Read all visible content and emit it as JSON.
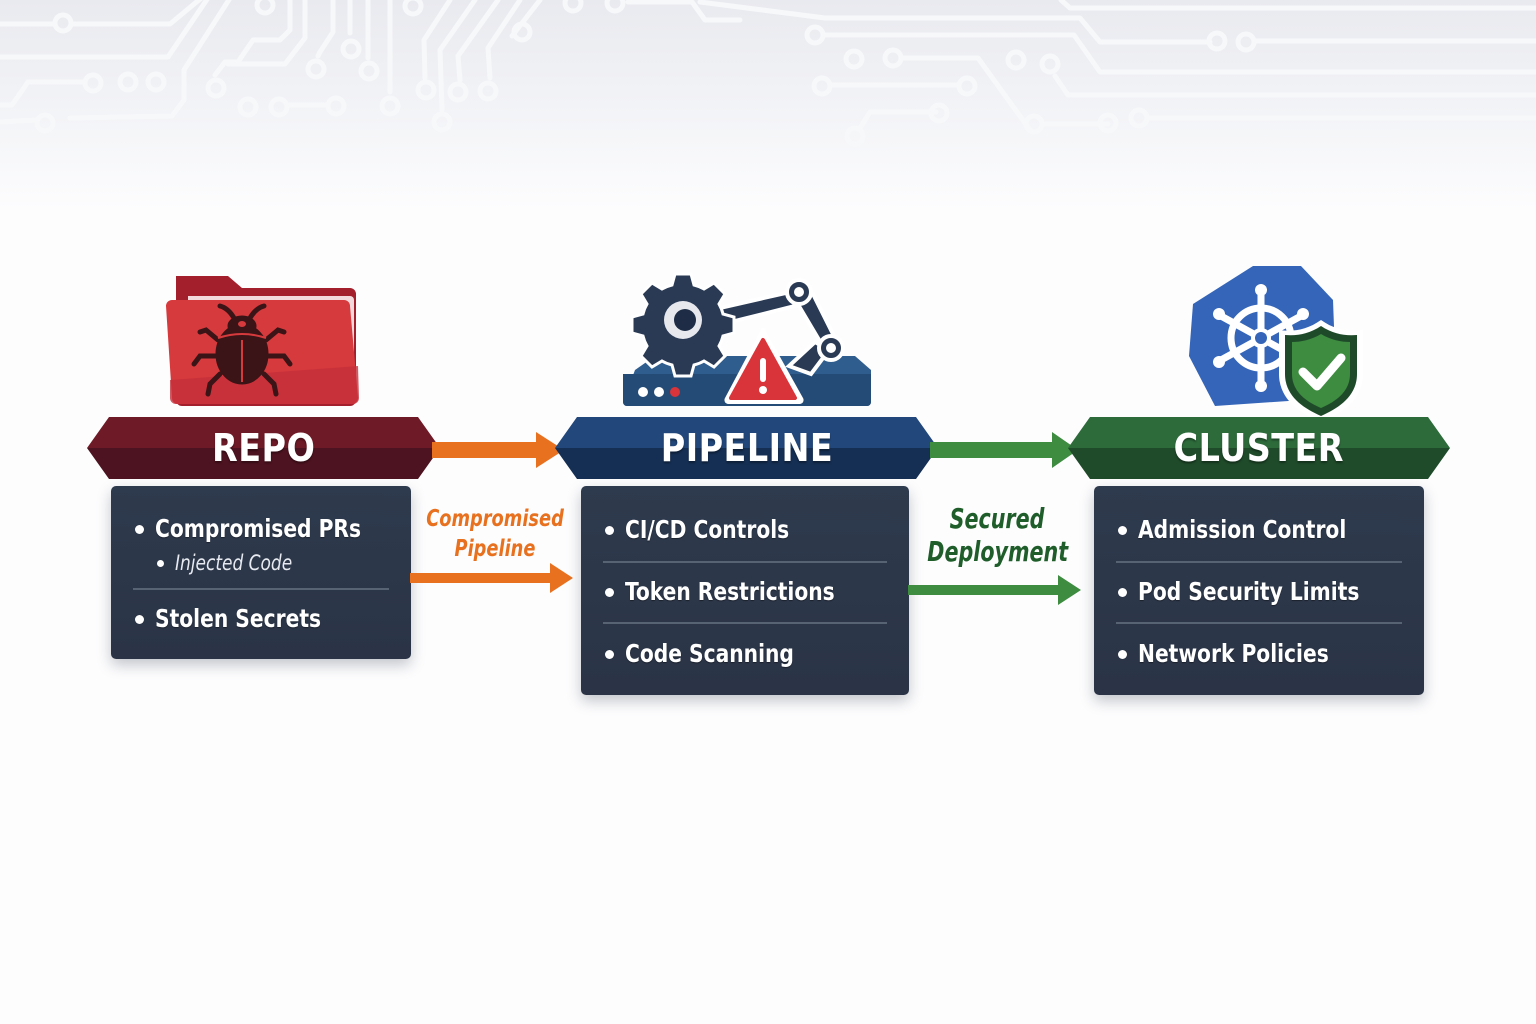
{
  "diagram": {
    "stages": [
      {
        "id": "repo",
        "title": "REPO",
        "icon": "bug-folder-icon",
        "color": "#7a1e2c",
        "items": [
          {
            "label": "Compromised PRs",
            "sub_items": [
              "Injected Code"
            ]
          },
          {
            "label": "Stolen Secrets",
            "sub_items": []
          }
        ]
      },
      {
        "id": "pipeline",
        "title": "PIPELINE",
        "icon": "gear-robot-arm-warning-icon",
        "color": "#1f4272",
        "items": [
          {
            "label": "CI/CD Controls",
            "sub_items": []
          },
          {
            "label": "Token Restrictions",
            "sub_items": []
          },
          {
            "label": "Code Scanning",
            "sub_items": []
          }
        ]
      },
      {
        "id": "cluster",
        "title": "CLUSTER",
        "icon": "kubernetes-shield-check-icon",
        "color": "#2a6a3a",
        "items": [
          {
            "label": "Admission Control",
            "sub_items": []
          },
          {
            "label": "Pod Security Limits",
            "sub_items": []
          },
          {
            "label": "Network Policies",
            "sub_items": []
          }
        ]
      }
    ],
    "connectors": [
      {
        "from": "repo",
        "to": "pipeline",
        "label_line1": "Compromised",
        "label_line2": "Pipeline",
        "color": "#e8711f"
      },
      {
        "from": "pipeline",
        "to": "cluster",
        "label_line1": "Secured",
        "label_line2": "Deployment",
        "color": "#3d8c40",
        "label_color": "#1f5e2a"
      }
    ]
  }
}
